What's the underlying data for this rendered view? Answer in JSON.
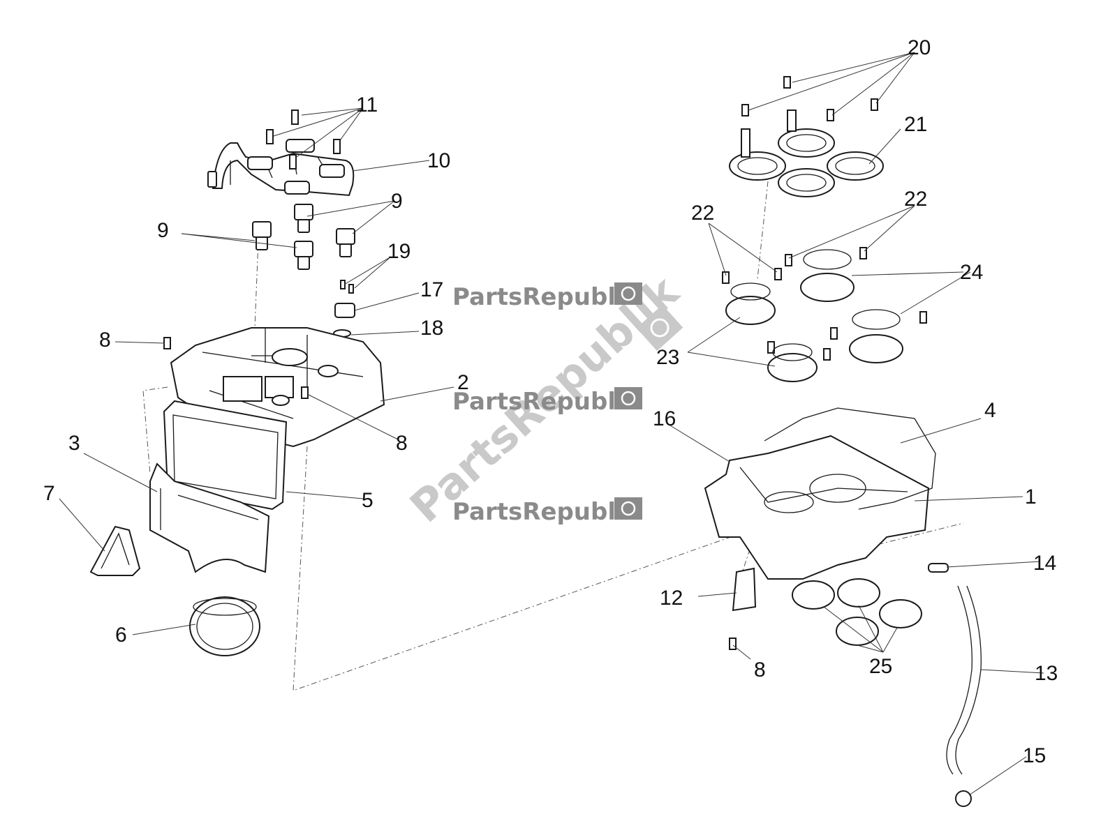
{
  "watermarks": {
    "brand": "PartsRepublik",
    "diagonal": "PartsRepublik",
    "icon": "gear-flag-icon"
  },
  "callouts": {
    "p1": "1",
    "p2": "2",
    "p3": "3",
    "p4": "4",
    "p5": "5",
    "p6": "6",
    "p7": "7",
    "p8": "8",
    "p9": "9",
    "p10": "10",
    "p11": "11",
    "p12": "12",
    "p13": "13",
    "p14": "14",
    "p15": "15",
    "p16": "16",
    "p17": "17",
    "p18": "18",
    "p19": "19",
    "p20": "20",
    "p21": "21",
    "p22": "22",
    "p23": "23",
    "p24": "24",
    "p25": "25"
  }
}
